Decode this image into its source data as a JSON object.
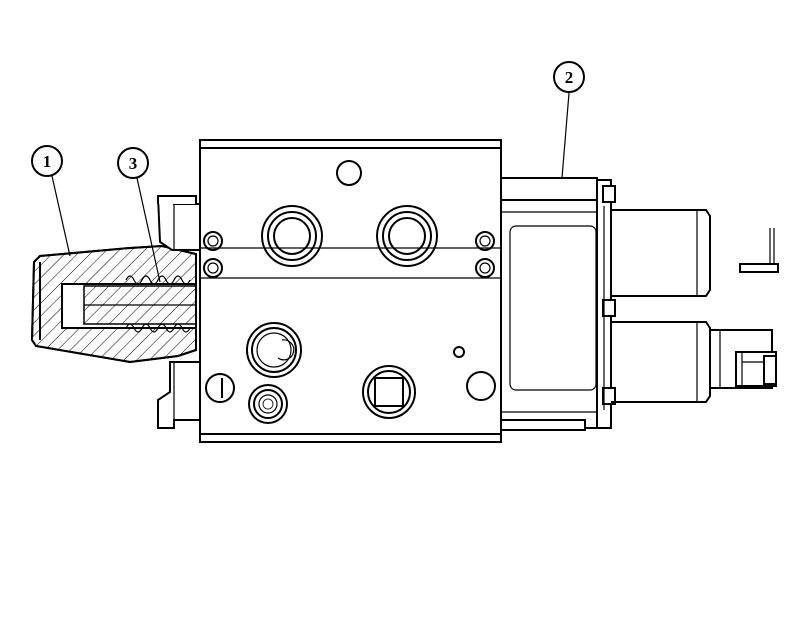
{
  "colors": {
    "line": "#000000",
    "background": "#ffffff"
  },
  "callouts": [
    {
      "id": "callout-1",
      "label": "1"
    },
    {
      "id": "callout-2",
      "label": "2"
    },
    {
      "id": "callout-3",
      "label": "3"
    }
  ]
}
